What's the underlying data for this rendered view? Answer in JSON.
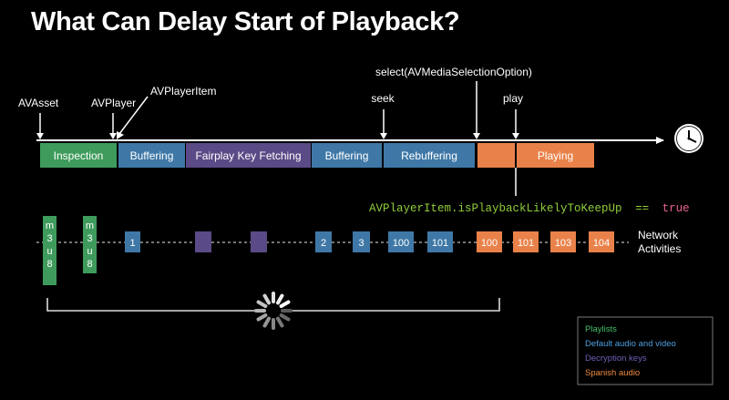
{
  "title": "What Can Delay Start of Playback?",
  "colors": {
    "playlist": "#3f9b5c",
    "video": "#3f78a6",
    "keys": "#5a4a86",
    "spanish": "#e9824a",
    "axis": "#ffffff",
    "property": "#8fce3a",
    "true_value": "#e8618a",
    "legend_playlists": "#45c06a",
    "legend_video": "#4d9fe0",
    "legend_keys": "#6c62b8",
    "legend_spanish": "#f08a3e"
  },
  "events": [
    {
      "id": "avasset",
      "label": "AVAsset"
    },
    {
      "id": "avplayer",
      "label": "AVPlayer"
    },
    {
      "id": "avplayeritem",
      "label": "AVPlayerItem"
    },
    {
      "id": "seek",
      "label": "seek"
    },
    {
      "id": "select",
      "label": "select(AVMediaSelectionOption)"
    },
    {
      "id": "play",
      "label": "play"
    }
  ],
  "segments": [
    {
      "id": "inspection",
      "label": "Inspection",
      "kind": "playlist"
    },
    {
      "id": "buffering-1",
      "label": "Buffering",
      "kind": "video"
    },
    {
      "id": "fairplay",
      "label": "Fairplay Key Fetching",
      "kind": "keys"
    },
    {
      "id": "buffering-2",
      "label": "Buffering",
      "kind": "video"
    },
    {
      "id": "rebuffering",
      "label": "Rebuffering",
      "kind": "video"
    },
    {
      "id": "spanish-switch",
      "label": "",
      "kind": "spanish"
    },
    {
      "id": "playing",
      "label": "Playing",
      "kind": "spanish"
    }
  ],
  "condition": {
    "property": "AVPlayerItem.isPlaybackLikelyToKeepUp",
    "operator": "==",
    "value": "true"
  },
  "network": {
    "label_line1": "Network",
    "label_line2": "Activities",
    "playlists": [
      {
        "chars": [
          "m",
          "3",
          "u",
          "8"
        ]
      },
      {
        "chars": [
          "m",
          "3",
          "u",
          "8"
        ]
      }
    ],
    "segments": [
      {
        "label": "1",
        "kind": "video"
      },
      {
        "label": "",
        "kind": "keys"
      },
      {
        "label": "",
        "kind": "keys"
      },
      {
        "label": "2",
        "kind": "video"
      },
      {
        "label": "3",
        "kind": "video"
      },
      {
        "label": "100",
        "kind": "video"
      },
      {
        "label": "101",
        "kind": "video"
      },
      {
        "label": "100",
        "kind": "spanish"
      },
      {
        "label": "101",
        "kind": "spanish"
      },
      {
        "label": "103",
        "kind": "spanish"
      },
      {
        "label": "104",
        "kind": "spanish"
      }
    ]
  },
  "legend": [
    {
      "label": "Playlists",
      "color_key": "legend_playlists"
    },
    {
      "label": "Default audio and video",
      "color_key": "legend_video"
    },
    {
      "label": "Decryption keys",
      "color_key": "legend_keys"
    },
    {
      "label": "Spanish audio",
      "color_key": "legend_spanish"
    }
  ],
  "icons": {
    "clock": "clock-icon",
    "spinner": "loading-spinner-icon"
  }
}
